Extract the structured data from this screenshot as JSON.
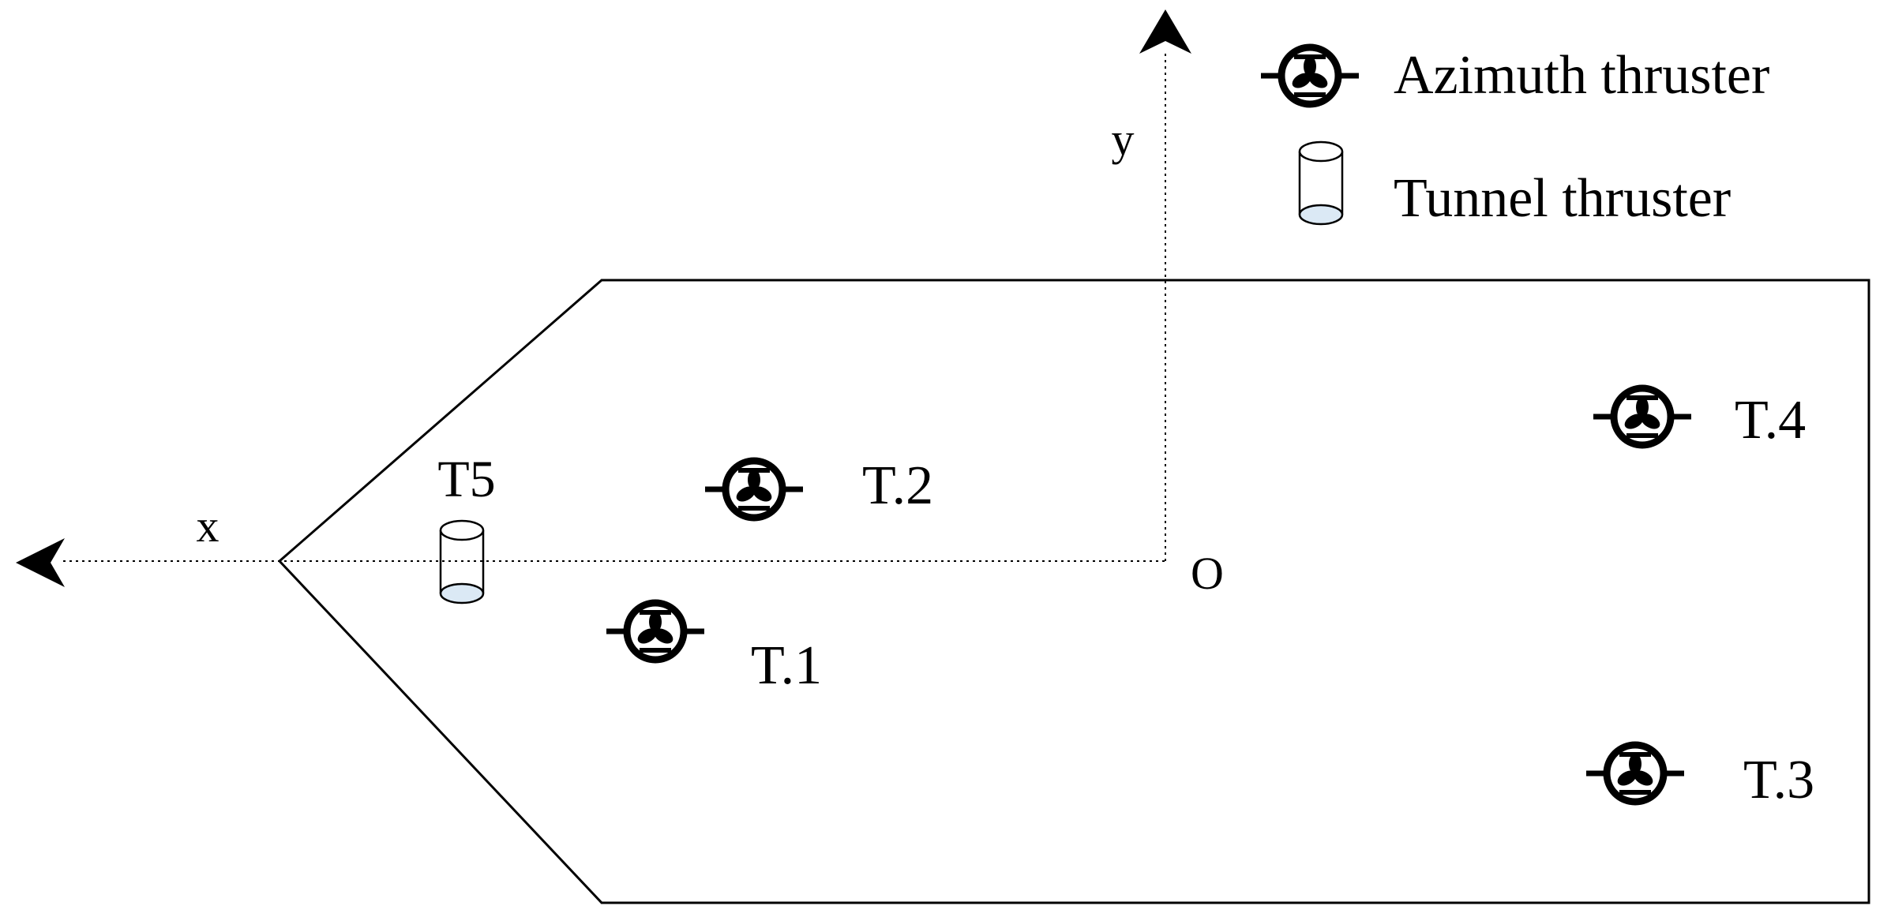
{
  "legend": {
    "azimuth_label": "Azimuth thruster",
    "tunnel_label": "Tunnel thruster"
  },
  "axes": {
    "x_label": "x",
    "y_label": "y",
    "origin_label": "O"
  },
  "thrusters": {
    "t1": "T.1",
    "t2": "T.2",
    "t3": "T.3",
    "t4": "T.4",
    "t5": "T5"
  }
}
